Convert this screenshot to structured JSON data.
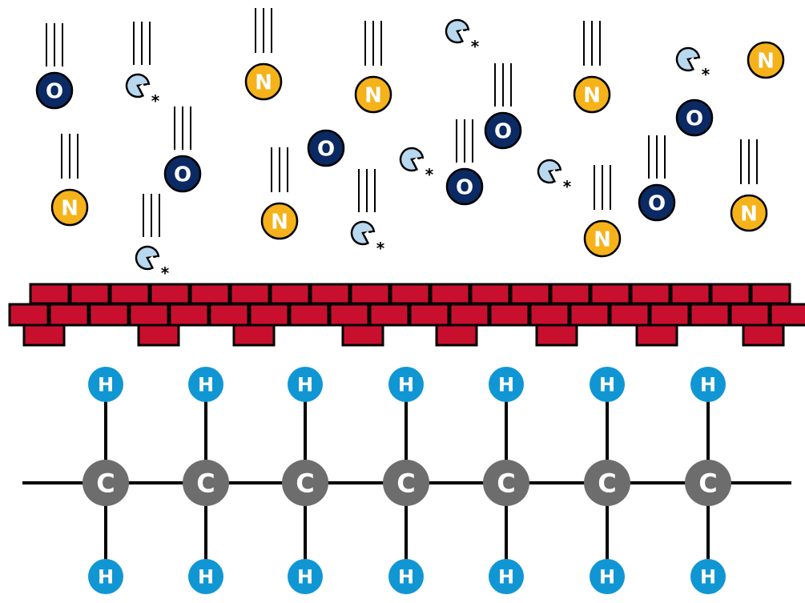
{
  "colors": {
    "oxygen": "#0b2a63",
    "nitrogen": "#f5b21a",
    "radical": "#b8d8f0",
    "carbon": "#6d6d6d",
    "hydrogen": "#1196d4",
    "brick": "#c8102e",
    "outline": "#000000"
  },
  "labels": {
    "oxygen": "O",
    "nitrogen": "N",
    "carbon": "C",
    "hydrogen": "H",
    "radical_mark": "*"
  }
}
